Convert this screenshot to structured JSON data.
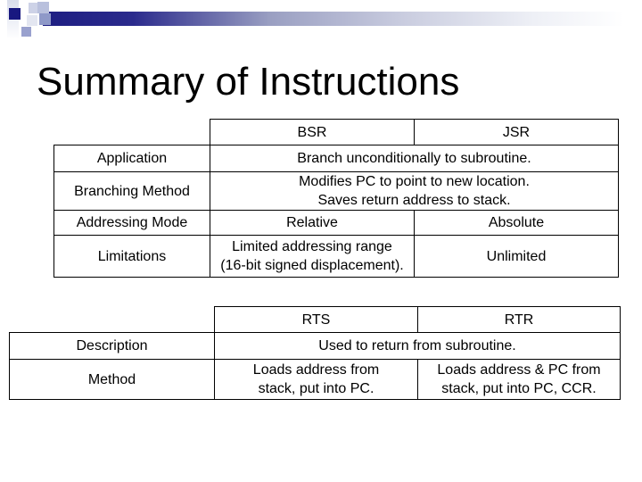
{
  "slide": {
    "title": "Summary of Instructions"
  },
  "table1": {
    "columns": {
      "bsr": "BSR",
      "jsr": "JSR"
    },
    "rows": [
      {
        "label": "Application",
        "value": "Branch unconditionally to subroutine."
      },
      {
        "label": "Branching Method",
        "value": "Modifies PC to point to new location.\nSaves return address to stack."
      },
      {
        "label": "Addressing Mode",
        "bsr": "Relative",
        "jsr": "Absolute"
      },
      {
        "label": "Limitations",
        "bsr": "Limited addressing range\n(16-bit signed displacement).",
        "jsr": "Unlimited"
      }
    ]
  },
  "table2": {
    "columns": {
      "rts": "RTS",
      "rtr": "RTR"
    },
    "rows": [
      {
        "label": "Description",
        "value": "Used to return from subroutine."
      },
      {
        "label": "Method",
        "rts": "Loads address from\nstack, put into PC.",
        "rtr": "Loads address & PC from\nstack, put into PC, CCR."
      }
    ]
  },
  "colors": {
    "title_text": "#000000",
    "table_text": "#000000",
    "table_border": "#000000",
    "accent_navy": "#1e1e82",
    "decor_navy_square": "#181880",
    "decor_blue_light": "#b9c0dd",
    "decor_blue_mid": "#8f99c8",
    "decor_lavender": "#99a1ce",
    "background": "#ffffff"
  }
}
